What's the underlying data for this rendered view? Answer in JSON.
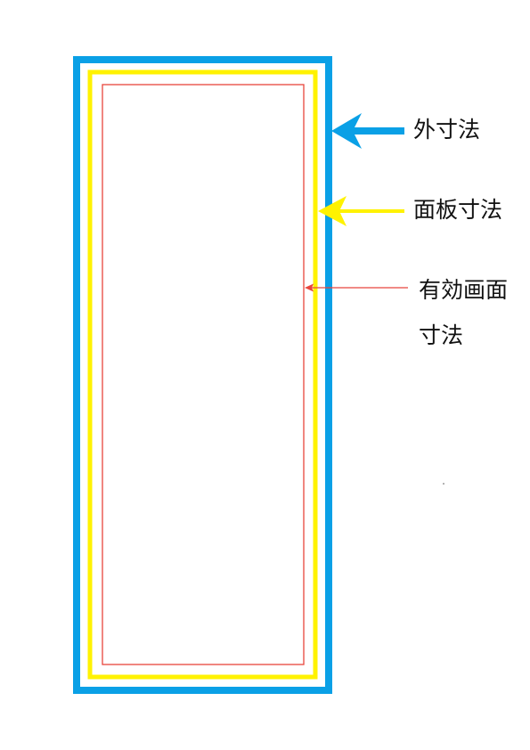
{
  "labels": {
    "outer": "外寸法",
    "panel": "面板寸法",
    "active_line1": "有効画面",
    "active_line2": "寸法"
  },
  "colors": {
    "outer": "#0aa0e6",
    "panel": "#fff200",
    "active": "#e8453c",
    "text": "#111111"
  }
}
